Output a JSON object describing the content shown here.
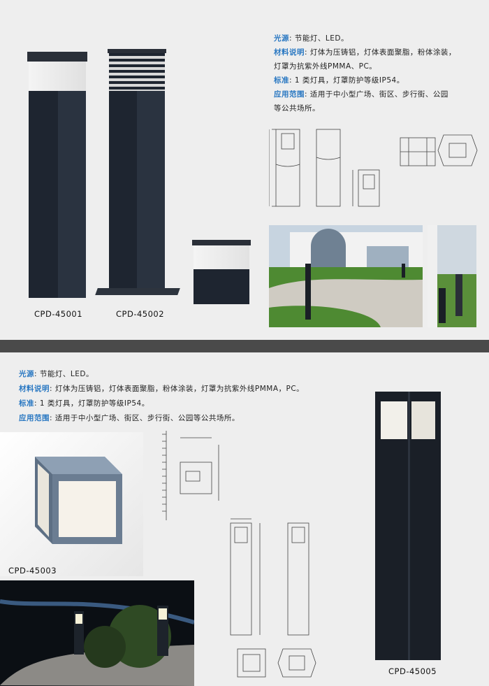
{
  "colors": {
    "label_blue": "#2a78c2",
    "lamp_body": "#1e2530",
    "panel_bg": "#eeeeee",
    "divider": "#4a4a4a"
  },
  "top": {
    "specs": {
      "light_label": "光源",
      "light_value": "节能灯、LED。",
      "material_label": "材料说明",
      "material_value_1": "灯体为压铸铝，灯体表面聚脂，粉体涂装，",
      "material_value_2": "灯罩为抗紫外线PMMA、PC。",
      "standard_label": "标准",
      "standard_value": "1 类灯具，灯罩防护等级IP54。",
      "scope_label": "应用范围",
      "scope_value_1": "适用于中小型广场、街区、步行街、公园",
      "scope_value_2": "等公共场所。"
    },
    "models": [
      "CPD-45001",
      "CPD-45002"
    ]
  },
  "bottom": {
    "specs": {
      "light_label": "光源",
      "light_value": "节能灯、LED。",
      "material_label": "材料说明",
      "material_value": "灯体为压铸铝，灯体表面聚脂，粉体涂装，灯罩为抗紫外线PMMA，PC。",
      "standard_label": "标准",
      "standard_value": "1 类灯具，灯罩防护等级IP54。",
      "scope_label": "应用范围",
      "scope_value": "适用于中小型广场、街区、步行街、公园等公共场所。"
    },
    "models": [
      "CPD-45003",
      "CPD-45005"
    ]
  }
}
